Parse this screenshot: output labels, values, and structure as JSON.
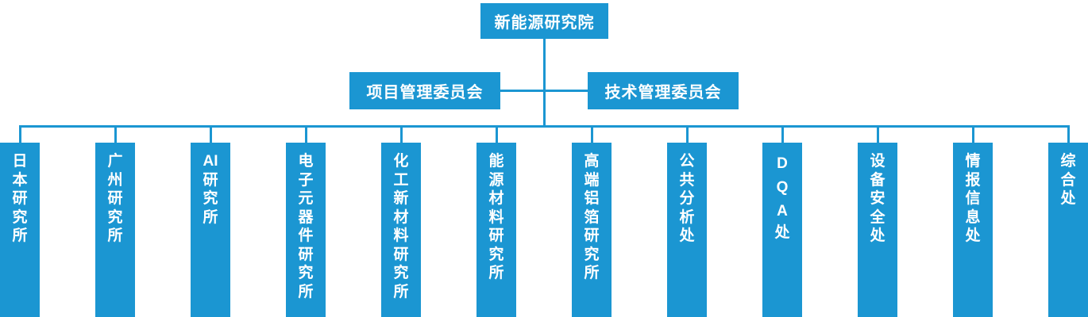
{
  "colors": {
    "primary": "#1b96d2",
    "text_on_primary": "#ffffff",
    "background": "#ffffff"
  },
  "root": {
    "label": "新能源研究院"
  },
  "committees": [
    {
      "label": "项目管理委员会"
    },
    {
      "label": "技术管理委员会"
    }
  ],
  "departments": [
    {
      "label": "日本研究所",
      "lines": [
        "日",
        "本",
        "研",
        "究",
        "所"
      ]
    },
    {
      "label": "广州研究所",
      "lines": [
        "广",
        "州",
        "研",
        "究",
        "所"
      ]
    },
    {
      "label": "AI研究所",
      "lines": [
        "AI",
        "研",
        "究",
        "所"
      ]
    },
    {
      "label": "电子元器件研究所",
      "lines": [
        "电",
        "子",
        "元",
        "器",
        "件",
        "研",
        "究",
        "所"
      ]
    },
    {
      "label": "化工新材料研究所",
      "lines": [
        "化",
        "工",
        "新",
        "材",
        "料",
        "研",
        "究",
        "所"
      ]
    },
    {
      "label": "能源材料研究所",
      "lines": [
        "能",
        "源",
        "材",
        "料",
        "研",
        "究",
        "所"
      ]
    },
    {
      "label": "高端铝箔研究所",
      "lines": [
        "高",
        "端",
        "铝",
        "箔",
        "研",
        "究",
        "所"
      ]
    },
    {
      "label": "公共分析处",
      "lines": [
        "公",
        "共",
        "分",
        "析",
        "处"
      ]
    },
    {
      "label": "DQA处",
      "lines": [
        "D",
        "Q",
        "A",
        "处"
      ]
    },
    {
      "label": "设备安全处",
      "lines": [
        "设",
        "备",
        "安",
        "全",
        "处"
      ]
    },
    {
      "label": "情报信息处",
      "lines": [
        "情",
        "报",
        "信",
        "息",
        "处"
      ]
    },
    {
      "label": "综合处",
      "lines": [
        "综",
        "合",
        "处"
      ]
    }
  ]
}
